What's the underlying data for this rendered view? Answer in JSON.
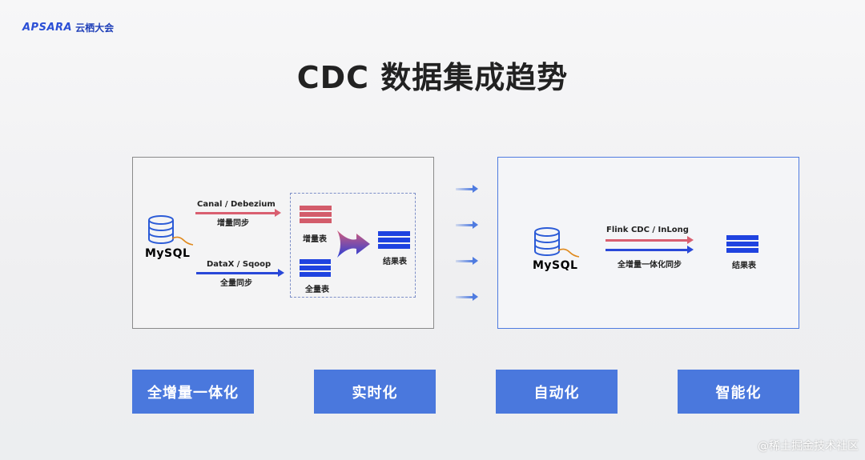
{
  "header": {
    "logo_brand": "APSARA",
    "logo_cn": "云栖大会"
  },
  "title": "CDC 数据集成趋势",
  "left_panel": {
    "source_label": "MySQL",
    "top_tool": "Canal / Debezium",
    "top_caption": "增量同步",
    "bottom_tool": "DataX / Sqoop",
    "bottom_caption": "全量同步",
    "incremental_table": "增量表",
    "full_table": "全量表",
    "result_table": "结果表"
  },
  "right_panel": {
    "source_label": "MySQL",
    "tool": "Flink CDC / InLong",
    "caption": "全增量一体化同步",
    "result_table": "结果表"
  },
  "features": [
    "全增量一体化",
    "实时化",
    "自动化",
    "智能化"
  ],
  "watermark": "@稀土掘金技术社区",
  "colors": {
    "accent": "#4a78dd",
    "red": "#d95f70",
    "blue": "#2948d8"
  }
}
